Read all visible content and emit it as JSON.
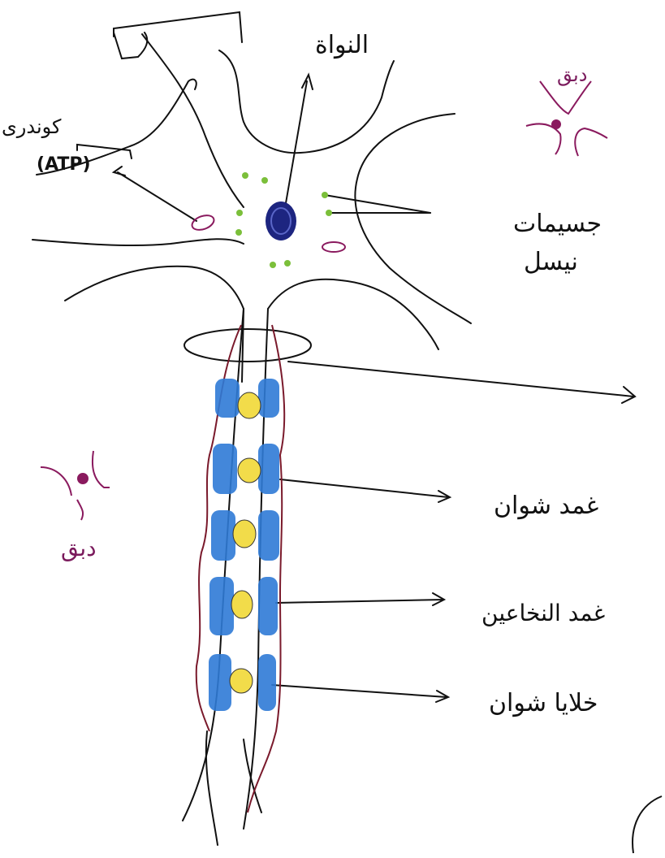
{
  "labels": {
    "nucleus": "النواة",
    "mitochondria": "كوندرى",
    "atp": "(ATP)",
    "nissl_line1": "جسيمات",
    "nissl_line2": "نيسل",
    "glia_top": "دبق",
    "glia_bottom": "دبق",
    "schwann_sheath": "غمد شوان",
    "myelin_sheath": "غمد النخاعين",
    "schwann_cells": "خلايا شوان"
  },
  "colors": {
    "ink": "#111111",
    "myelin_blue": "#2f7bd6",
    "schwann_nucleus_yellow": "#f2dc4a",
    "nucleus_navy": "#1d2580",
    "nissl_green": "#7bbf3a",
    "membrane_maroon": "#7a1a2c",
    "glia_magenta": "#8a1a5e"
  }
}
